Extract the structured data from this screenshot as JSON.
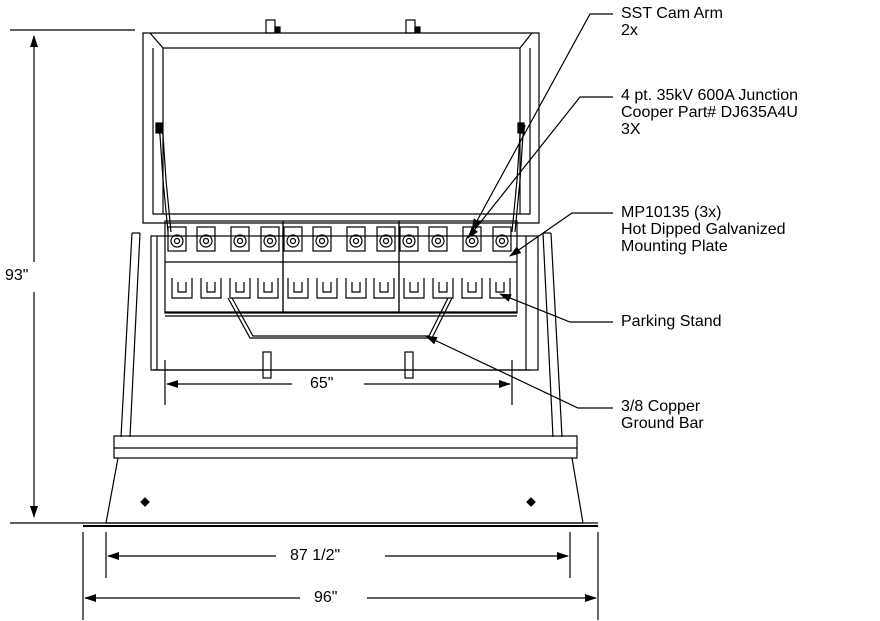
{
  "dimensions": {
    "height": "93\"",
    "inner_width": "65\"",
    "base_width": "87 1/2\"",
    "overall_width": "96\""
  },
  "callouts": {
    "cam_arm": {
      "line1": "SST Cam Arm",
      "line2": "2x"
    },
    "junction": {
      "line1": "4 pt. 35kV 600A Junction",
      "line2": "Cooper Part# DJ635A4U",
      "line3": "3X"
    },
    "mounting_plate": {
      "line1": "MP10135 (3x)",
      "line2": "Hot Dipped Galvanized",
      "line3": "Mounting Plate"
    },
    "parking_stand": {
      "line1": "Parking Stand"
    },
    "ground_bar": {
      "line1": "3/8 Copper",
      "line2": "Ground Bar"
    }
  },
  "colors": {
    "line": "#000000",
    "background": "#ffffff"
  }
}
